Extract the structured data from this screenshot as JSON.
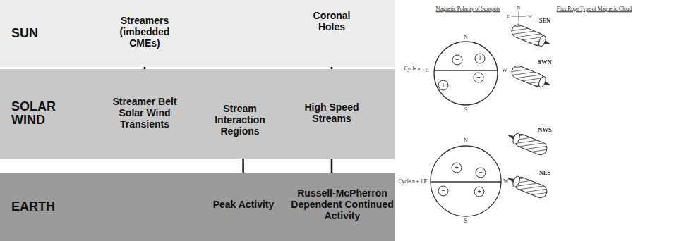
{
  "diagram": {
    "nodes": [
      {
        "text": [
          "SUN"
        ]
      },
      {
        "text": [
          "Streamers (imbedded CMEs)"
        ],
        "in": 0
      },
      {
        "text": [
          "Coronal Holes"
        ],
        "in": 0
      },
      {
        "text": [
          "SOLAR WIND"
        ]
      },
      {
        "text": [
          "Streamer Belt Solar Wind Transients"
        ],
        "in": 3
      },
      {
        "text": [
          "Stream Interaction Regions"
        ],
        "in": 3
      },
      {
        "text": [
          "High Speed Streams"
        ],
        "in": 3
      },
      {
        "text": [
          "EARTH"
        ]
      },
      {
        "text": [
          "Peak Activity"
        ],
        "in": 7
      },
      {
        "text": [
          "Russell-McPherron Dependent Continued Activity"
        ],
        "in": 7
      }
    ],
    "edges": [
      {
        "from": 1,
        "to": 4,
        "arrow": "to"
      },
      {
        "from": 2,
        "to": 6,
        "arrow": "to"
      },
      {
        "from": 4,
        "to": 5,
        "arrow": "to"
      },
      {
        "from": 6,
        "to": 5,
        "arrow": "to"
      },
      {
        "from": 5,
        "to": 8,
        "arrow": "to"
      },
      {
        "from": 6,
        "to": 9,
        "arrow": "to"
      }
    ],
    "labels": [
      "Magnetic Polarity of Sunspots",
      "Flux Rope Type of Magnetic Cloud",
      "N",
      "E",
      "W",
      "S",
      "SEN",
      "N",
      "E",
      "W",
      "S",
      "−",
      "+",
      "−",
      "+",
      "Cycle n",
      "SWN",
      "NWS",
      "N",
      "E",
      "W",
      "S",
      "+",
      "−",
      "−",
      "+",
      "Cycle n + 1",
      "NES"
    ]
  }
}
